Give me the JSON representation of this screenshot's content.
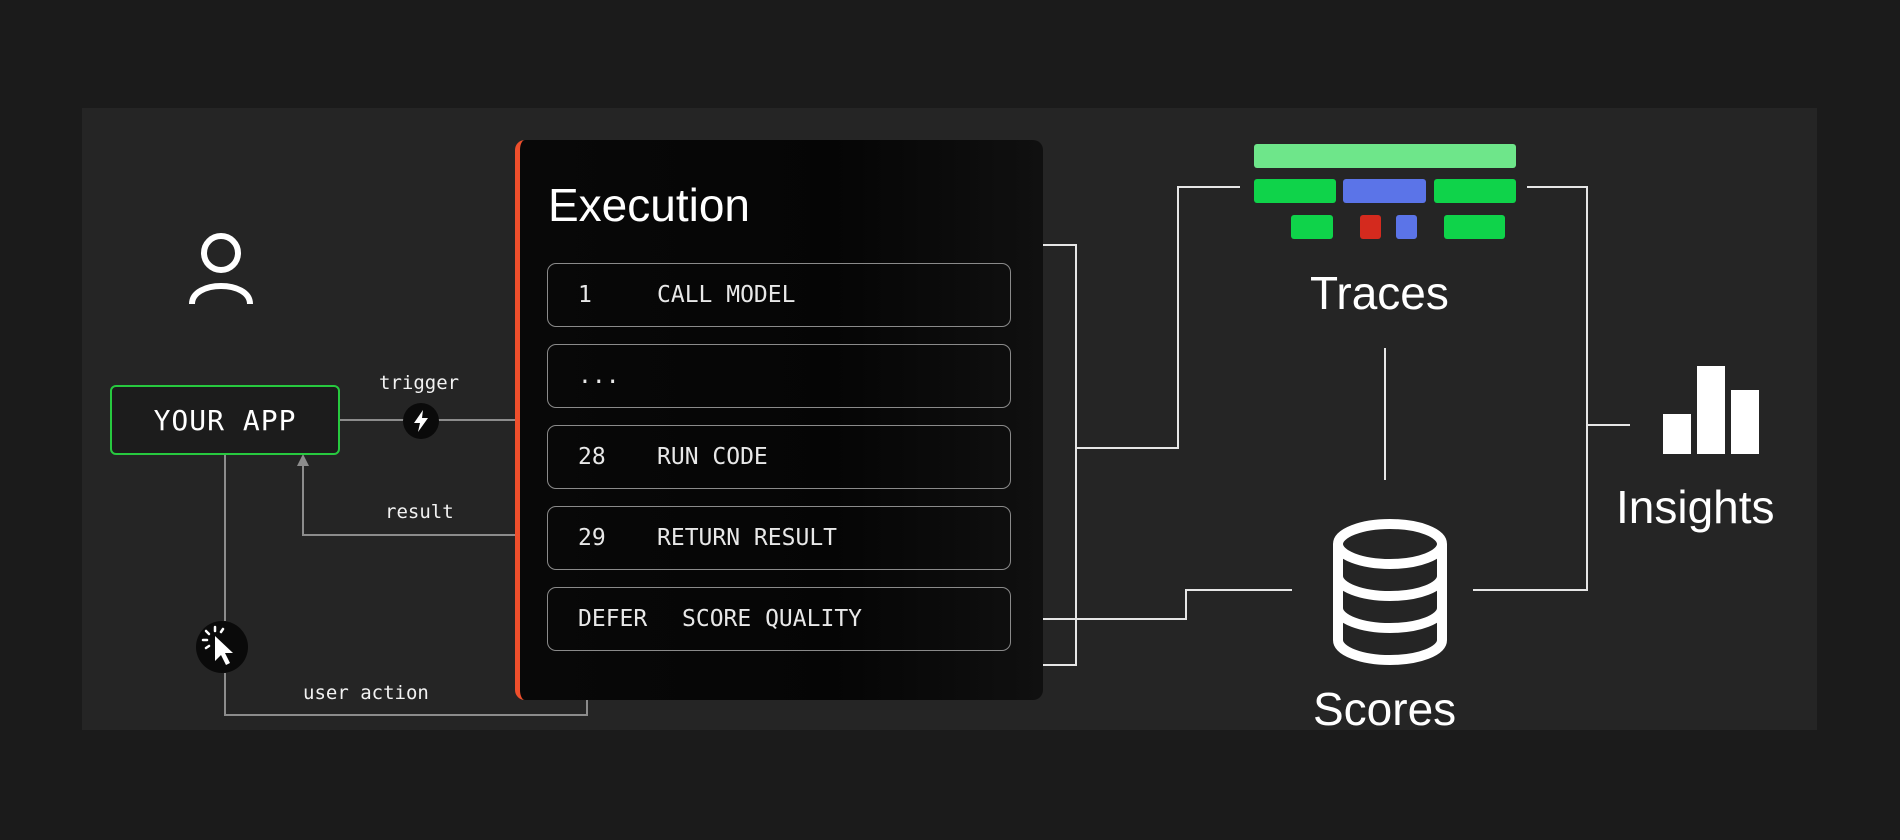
{
  "app": {
    "label": "YOUR APP"
  },
  "edges": {
    "trigger": "trigger",
    "result": "result",
    "user_action": "user action"
  },
  "execution": {
    "title": "Execution",
    "steps": [
      {
        "num": "1",
        "name": "CALL MODEL"
      },
      {
        "num": "...",
        "name": ""
      },
      {
        "num": "28",
        "name": "RUN CODE"
      },
      {
        "num": "29",
        "name": "RETURN RESULT"
      },
      {
        "num": "DEFER",
        "name": "SCORE QUALITY"
      }
    ]
  },
  "outputs": {
    "traces": "Traces",
    "scores": "Scores",
    "insights": "Insights"
  },
  "colors": {
    "background": "#1b1b1b",
    "panel": "#252525",
    "app_border": "#27c93f",
    "execution_accent": "#ef4f2c",
    "trace_light_green": "#6ee68a",
    "trace_green": "#0fd34a",
    "trace_blue": "#5b74e8",
    "trace_red": "#d42a1e"
  }
}
